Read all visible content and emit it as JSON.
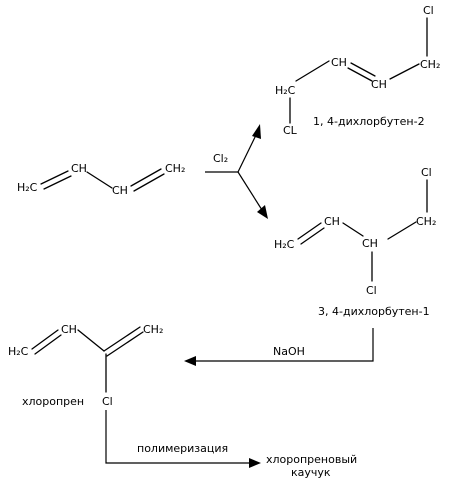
{
  "butadiene": {
    "h2c_left": "H₂C",
    "ch_1": "CH",
    "ch_2": "CH",
    "ch2_right": "CH₂"
  },
  "reagent_cl2": "Cl₂",
  "product_14": {
    "cl_top": "Cl",
    "ch2_right": "CH₂",
    "ch_right": "CH",
    "ch_left": "CH",
    "h2c": "H₂C",
    "cl_bottom": "CL",
    "name": "1, 4-дихлорбутен-2"
  },
  "product_34": {
    "cl_top": "Cl",
    "ch2": "CH₂",
    "ch_top": "CH",
    "ch_center": "CH",
    "h2c": "H₂C",
    "cl_bottom": "Cl",
    "name": "3, 4-дихлорбутен-1"
  },
  "reagent_naoh": "NaOH",
  "chloroprene": {
    "ch": "CH",
    "ch2": "CH₂",
    "h2c": "H₂C",
    "cl": "Cl",
    "name": "хлоропрен"
  },
  "polymerization_label": "полимеризация",
  "rubber": {
    "line1": "хлоропреновый",
    "line2": "каучук"
  }
}
